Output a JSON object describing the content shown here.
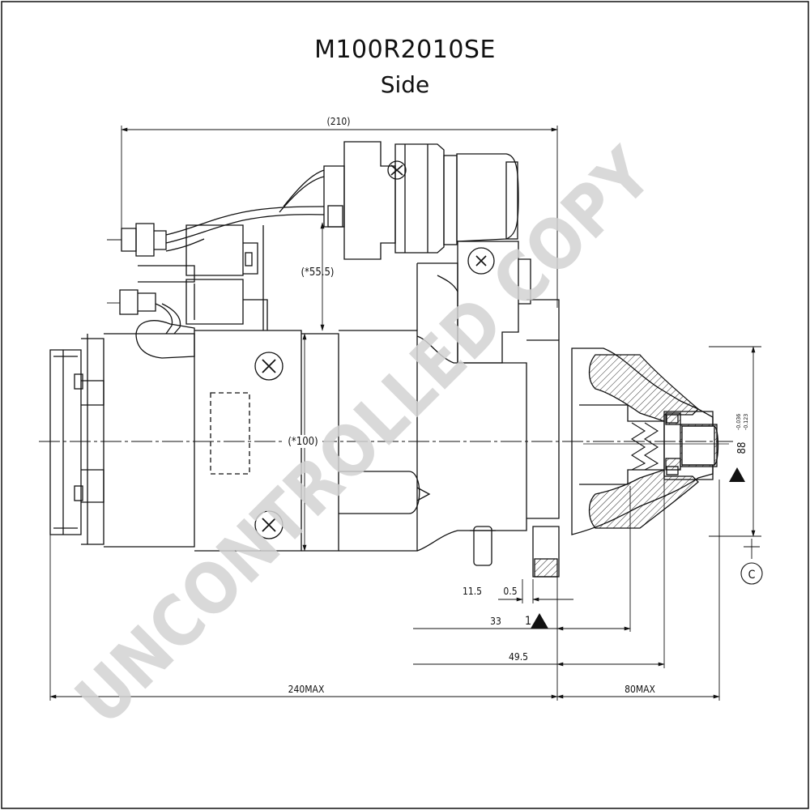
{
  "drawing": {
    "part_number": "M100R2010SE",
    "view": "Side",
    "watermark": "UNCONTROLLED COPY"
  },
  "dimensions": {
    "overall_length_ref": "(210)",
    "terminal_height": "(*55.5)",
    "body_diameter": "(*100)",
    "dim_11_5": "11.5",
    "dim_0_5": "0.5",
    "dim_33": "33",
    "dim_49_5": "49.5",
    "motor_length": "240MAX",
    "pinion_length": "80MAX",
    "pilot_diameter_main": "88",
    "pilot_tol_upper": "-0.036",
    "pilot_tol_lower": "-0.123"
  },
  "datums": {
    "datum_1": "1",
    "datum_c": "C"
  }
}
